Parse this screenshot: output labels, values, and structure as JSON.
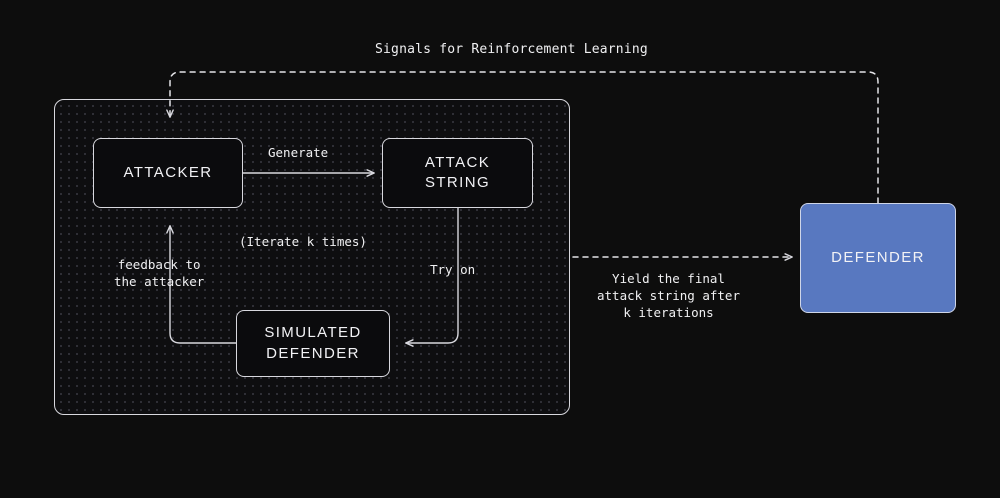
{
  "diagram": {
    "title": "Signals for Reinforcement Learning",
    "background_color": "#0d0d0d",
    "accent_color": "#5878c0",
    "line_color": "#d8d8de",
    "nodes": [
      {
        "id": "attacker",
        "label": "ATTACKER"
      },
      {
        "id": "attack-string",
        "label": "ATTACK\nSTRING"
      },
      {
        "id": "sim-defender",
        "label": "SIMULATED\nDEFENDER"
      },
      {
        "id": "defender",
        "label": "DEFENDER"
      }
    ],
    "edge_labels": {
      "generate": "Generate",
      "iterate": "(Iterate k times)",
      "try_on": "Try on",
      "feedback": "feedback to\nthe attacker",
      "yield": "Yield the final\nattack string after\nk iterations"
    }
  }
}
